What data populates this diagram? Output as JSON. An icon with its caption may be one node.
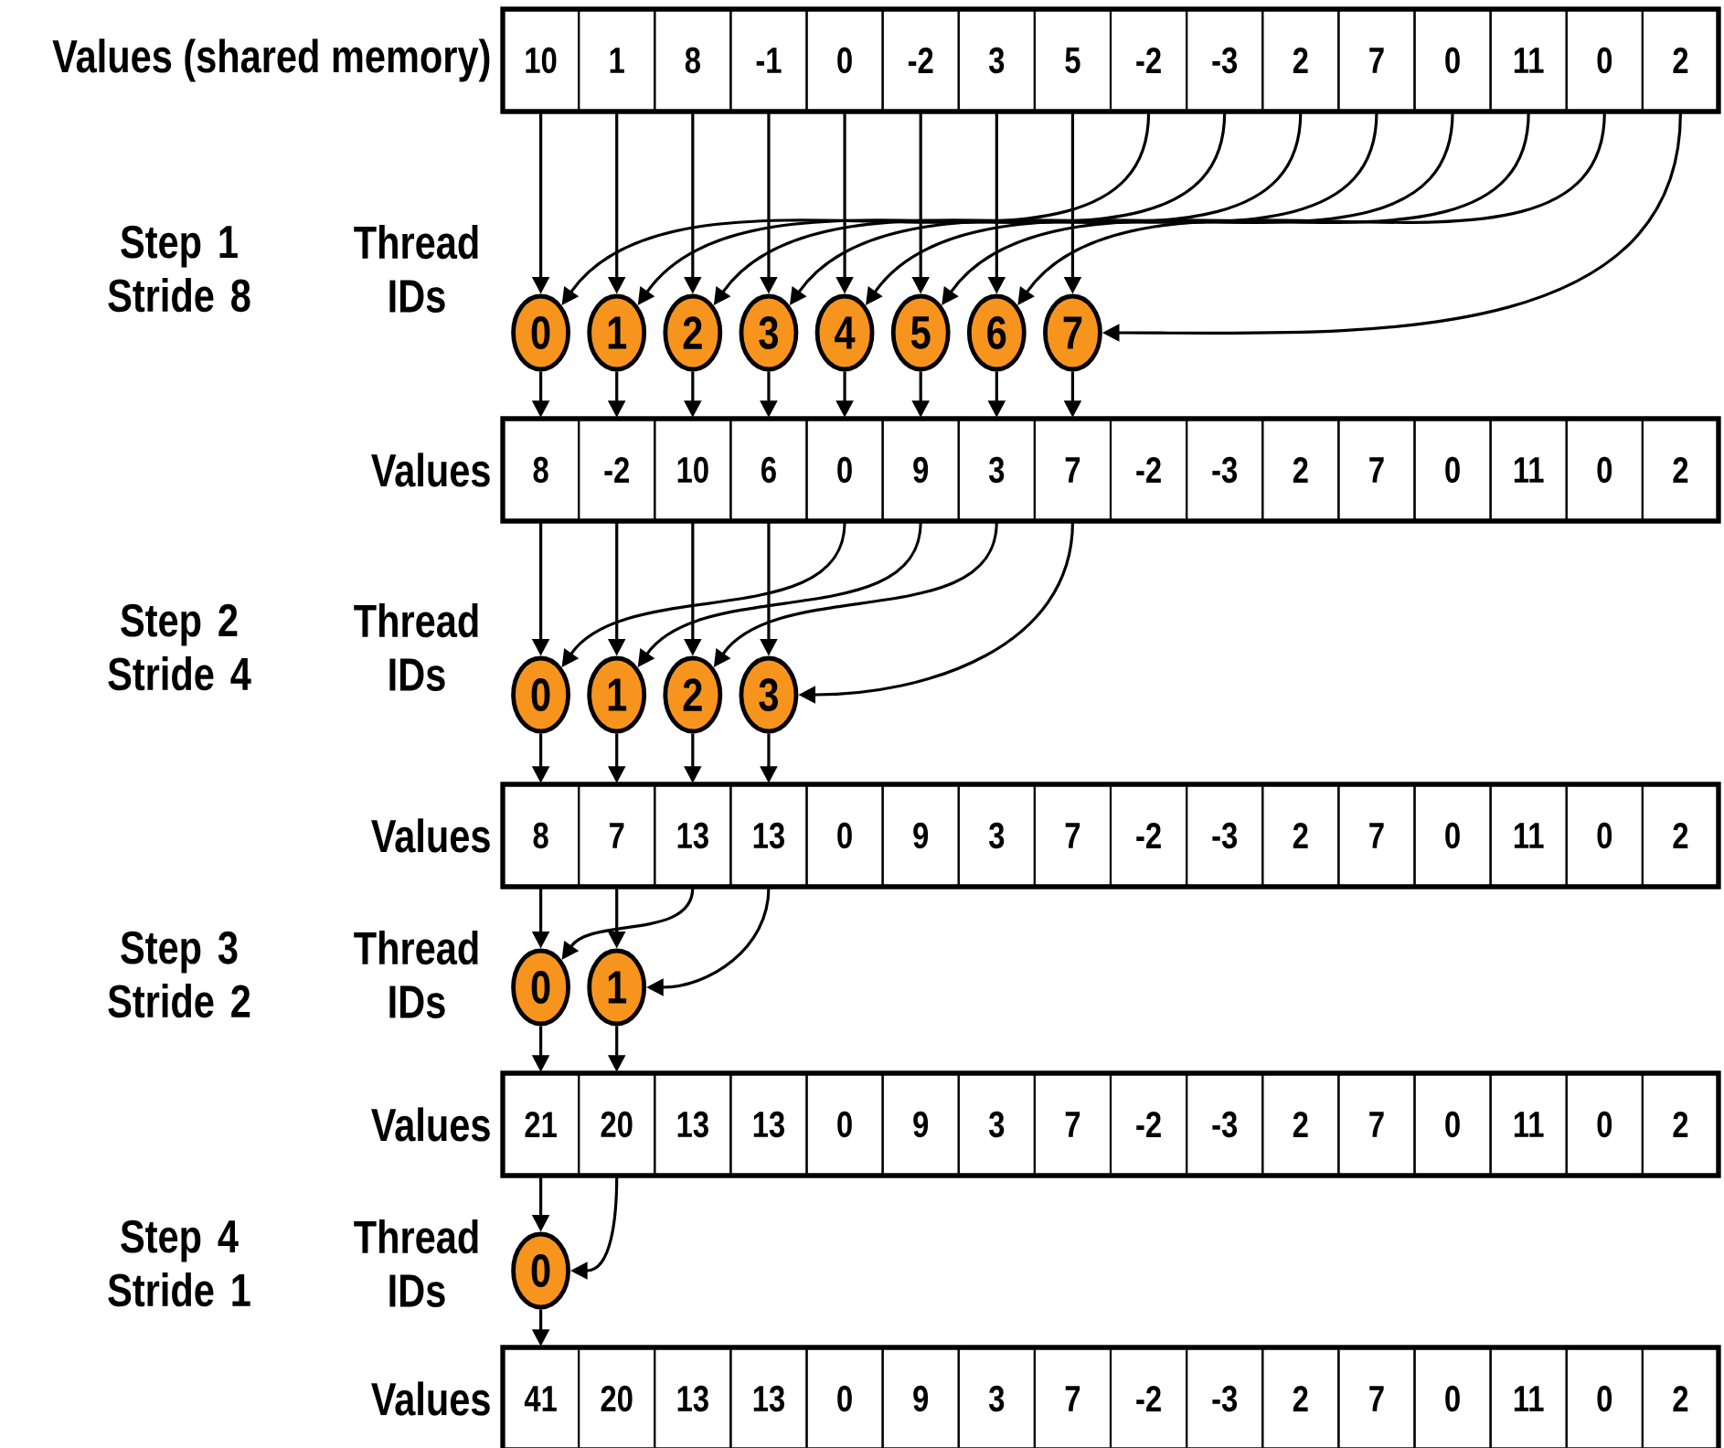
{
  "diagram": {
    "nodes": [
      {
        "text": [
          "Values (shared memory)"
        ]
      },
      {
        "text": [
          "10"
        ],
        "in": 0
      },
      {
        "text": [
          "1"
        ],
        "in": 0
      },
      {
        "text": [
          "8"
        ],
        "in": 0
      },
      {
        "text": [
          "-1"
        ],
        "in": 0
      },
      {
        "text": [
          "0"
        ],
        "in": 0
      },
      {
        "text": [
          "-2"
        ],
        "in": 0
      },
      {
        "text": [
          "3"
        ],
        "in": 0
      },
      {
        "text": [
          "5"
        ],
        "in": 0
      },
      {
        "text": [
          "-2"
        ],
        "in": 0
      },
      {
        "text": [
          "-3"
        ],
        "in": 0
      },
      {
        "text": [
          "2"
        ],
        "in": 0
      },
      {
        "text": [
          "7"
        ],
        "in": 0
      },
      {
        "text": [
          "0"
        ],
        "in": 0
      },
      {
        "text": [
          "11"
        ],
        "in": 0
      },
      {
        "text": [
          "0"
        ],
        "in": 0
      },
      {
        "text": [
          "2"
        ],
        "in": 0
      },
      {
        "text": [
          "0"
        ]
      },
      {
        "text": [
          "1"
        ]
      },
      {
        "text": [
          "2"
        ]
      },
      {
        "text": [
          "3"
        ]
      },
      {
        "text": [
          "4"
        ]
      },
      {
        "text": [
          "5"
        ]
      },
      {
        "text": [
          "6"
        ]
      },
      {
        "text": [
          "7"
        ]
      },
      {
        "text": [
          "Values"
        ]
      },
      {
        "text": [
          "8"
        ],
        "in": 25
      },
      {
        "text": [
          "-2"
        ],
        "in": 25
      },
      {
        "text": [
          "10"
        ],
        "in": 25
      },
      {
        "text": [
          "6"
        ],
        "in": 25
      },
      {
        "text": [
          "0"
        ],
        "in": 25
      },
      {
        "text": [
          "9"
        ],
        "in": 25
      },
      {
        "text": [
          "3"
        ],
        "in": 25
      },
      {
        "text": [
          "7"
        ],
        "in": 25
      },
      {
        "text": [
          "-2"
        ],
        "in": 25
      },
      {
        "text": [
          "-3"
        ],
        "in": 25
      },
      {
        "text": [
          "2"
        ],
        "in": 25
      },
      {
        "text": [
          "7"
        ],
        "in": 25
      },
      {
        "text": [
          "0"
        ],
        "in": 25
      },
      {
        "text": [
          "11"
        ],
        "in": 25
      },
      {
        "text": [
          "0"
        ],
        "in": 25
      },
      {
        "text": [
          "2"
        ],
        "in": 25
      },
      {
        "text": [
          "0"
        ]
      },
      {
        "text": [
          "1"
        ]
      },
      {
        "text": [
          "2"
        ]
      },
      {
        "text": [
          "3"
        ]
      },
      {
        "text": [
          "Values"
        ]
      },
      {
        "text": [
          "8"
        ],
        "in": 46
      },
      {
        "text": [
          "7"
        ],
        "in": 46
      },
      {
        "text": [
          "13"
        ],
        "in": 46
      },
      {
        "text": [
          "13"
        ],
        "in": 46
      },
      {
        "text": [
          "0"
        ],
        "in": 46
      },
      {
        "text": [
          "9"
        ],
        "in": 46
      },
      {
        "text": [
          "3"
        ],
        "in": 46
      },
      {
        "text": [
          "7"
        ],
        "in": 46
      },
      {
        "text": [
          "-2"
        ],
        "in": 46
      },
      {
        "text": [
          "-3"
        ],
        "in": 46
      },
      {
        "text": [
          "2"
        ],
        "in": 46
      },
      {
        "text": [
          "7"
        ],
        "in": 46
      },
      {
        "text": [
          "0"
        ],
        "in": 46
      },
      {
        "text": [
          "11"
        ],
        "in": 46
      },
      {
        "text": [
          "0"
        ],
        "in": 46
      },
      {
        "text": [
          "2"
        ],
        "in": 46
      },
      {
        "text": [
          "0"
        ]
      },
      {
        "text": [
          "1"
        ]
      },
      {
        "text": [
          "Values"
        ]
      },
      {
        "text": [
          "21"
        ],
        "in": 65
      },
      {
        "text": [
          "20"
        ],
        "in": 65
      },
      {
        "text": [
          "13"
        ],
        "in": 65
      },
      {
        "text": [
          "13"
        ],
        "in": 65
      },
      {
        "text": [
          "0"
        ],
        "in": 65
      },
      {
        "text": [
          "9"
        ],
        "in": 65
      },
      {
        "text": [
          "3"
        ],
        "in": 65
      },
      {
        "text": [
          "7"
        ],
        "in": 65
      },
      {
        "text": [
          "-2"
        ],
        "in": 65
      },
      {
        "text": [
          "-3"
        ],
        "in": 65
      },
      {
        "text": [
          "2"
        ],
        "in": 65
      },
      {
        "text": [
          "7"
        ],
        "in": 65
      },
      {
        "text": [
          "0"
        ],
        "in": 65
      },
      {
        "text": [
          "11"
        ],
        "in": 65
      },
      {
        "text": [
          "0"
        ],
        "in": 65
      },
      {
        "text": [
          "2"
        ],
        "in": 65
      },
      {
        "text": [
          "0"
        ]
      },
      {
        "text": [
          "Values"
        ]
      },
      {
        "text": [
          "41"
        ],
        "in": 83
      },
      {
        "text": [
          "20"
        ],
        "in": 83
      },
      {
        "text": [
          "13"
        ],
        "in": 83
      },
      {
        "text": [
          "13"
        ],
        "in": 83
      },
      {
        "text": [
          "0"
        ],
        "in": 83
      },
      {
        "text": [
          "9"
        ],
        "in": 83
      },
      {
        "text": [
          "3"
        ],
        "in": 83
      },
      {
        "text": [
          "7"
        ],
        "in": 83
      },
      {
        "text": [
          "-2"
        ],
        "in": 83
      },
      {
        "text": [
          "-3"
        ],
        "in": 83
      },
      {
        "text": [
          "2"
        ],
        "in": 83
      },
      {
        "text": [
          "7"
        ],
        "in": 83
      },
      {
        "text": [
          "0"
        ],
        "in": 83
      },
      {
        "text": [
          "11"
        ],
        "in": 83
      },
      {
        "text": [
          "0"
        ],
        "in": 83
      },
      {
        "text": [
          "2"
        ],
        "in": 83
      }
    ],
    "edges": [
      {
        "from": 1,
        "to": 17,
        "arrow": "to"
      },
      {
        "from": 9,
        "to": 17,
        "arrow": "to"
      },
      {
        "from": 2,
        "to": 18,
        "arrow": "to"
      },
      {
        "from": 10,
        "to": 18,
        "arrow": "to"
      },
      {
        "from": 3,
        "to": 19,
        "arrow": "to"
      },
      {
        "from": 11,
        "to": 19,
        "arrow": "to"
      },
      {
        "from": 4,
        "to": 20,
        "arrow": "to"
      },
      {
        "from": 12,
        "to": 20,
        "arrow": "to"
      },
      {
        "from": 5,
        "to": 21,
        "arrow": "to"
      },
      {
        "from": 13,
        "to": 21,
        "arrow": "to"
      },
      {
        "from": 6,
        "to": 22,
        "arrow": "to"
      },
      {
        "from": 14,
        "to": 22,
        "arrow": "to"
      },
      {
        "from": 7,
        "to": 23,
        "arrow": "to"
      },
      {
        "from": 15,
        "to": 23,
        "arrow": "to"
      },
      {
        "from": 8,
        "to": 24,
        "arrow": "to"
      },
      {
        "from": 16,
        "to": 24,
        "arrow": "to"
      },
      {
        "from": 17,
        "to": 26,
        "arrow": "to"
      },
      {
        "from": 18,
        "to": 27,
        "arrow": "to"
      },
      {
        "from": 19,
        "to": 28,
        "arrow": "to"
      },
      {
        "from": 20,
        "to": 29,
        "arrow": "to"
      },
      {
        "from": 21,
        "to": 30,
        "arrow": "to"
      },
      {
        "from": 22,
        "to": 31,
        "arrow": "to"
      },
      {
        "from": 23,
        "to": 32,
        "arrow": "to"
      },
      {
        "from": 24,
        "to": 33,
        "arrow": "to"
      },
      {
        "from": 26,
        "to": 42,
        "arrow": "to"
      },
      {
        "from": 30,
        "to": 42,
        "arrow": "to"
      },
      {
        "from": 27,
        "to": 43,
        "arrow": "to"
      },
      {
        "from": 31,
        "to": 43,
        "arrow": "to"
      },
      {
        "from": 28,
        "to": 44,
        "arrow": "to"
      },
      {
        "from": 32,
        "to": 44,
        "arrow": "to"
      },
      {
        "from": 29,
        "to": 45,
        "arrow": "to"
      },
      {
        "from": 33,
        "to": 45,
        "arrow": "to"
      },
      {
        "from": 42,
        "to": 47,
        "arrow": "to"
      },
      {
        "from": 43,
        "to": 48,
        "arrow": "to"
      },
      {
        "from": 44,
        "to": 49,
        "arrow": "to"
      },
      {
        "from": 45,
        "to": 50,
        "arrow": "to"
      },
      {
        "from": 47,
        "to": 63,
        "arrow": "to"
      },
      {
        "from": 49,
        "to": 63,
        "arrow": "to"
      },
      {
        "from": 48,
        "to": 64,
        "arrow": "to"
      },
      {
        "from": 50,
        "to": 64,
        "arrow": "to"
      },
      {
        "from": 63,
        "to": 66,
        "arrow": "to"
      },
      {
        "from": 64,
        "to": 67,
        "arrow": "to"
      },
      {
        "from": 66,
        "to": 82,
        "arrow": "to"
      },
      {
        "from": 67,
        "to": 82,
        "arrow": "to"
      },
      {
        "from": 82,
        "to": 84,
        "arrow": "to"
      }
    ],
    "labels": [
      "Step 1 Stride 8",
      "Thread IDs",
      "Step 2 Stride 4",
      "Thread IDs",
      "Step 3 Stride 2",
      "Thread IDs",
      "Step 4 Stride 1",
      "Thread IDs"
    ]
  }
}
